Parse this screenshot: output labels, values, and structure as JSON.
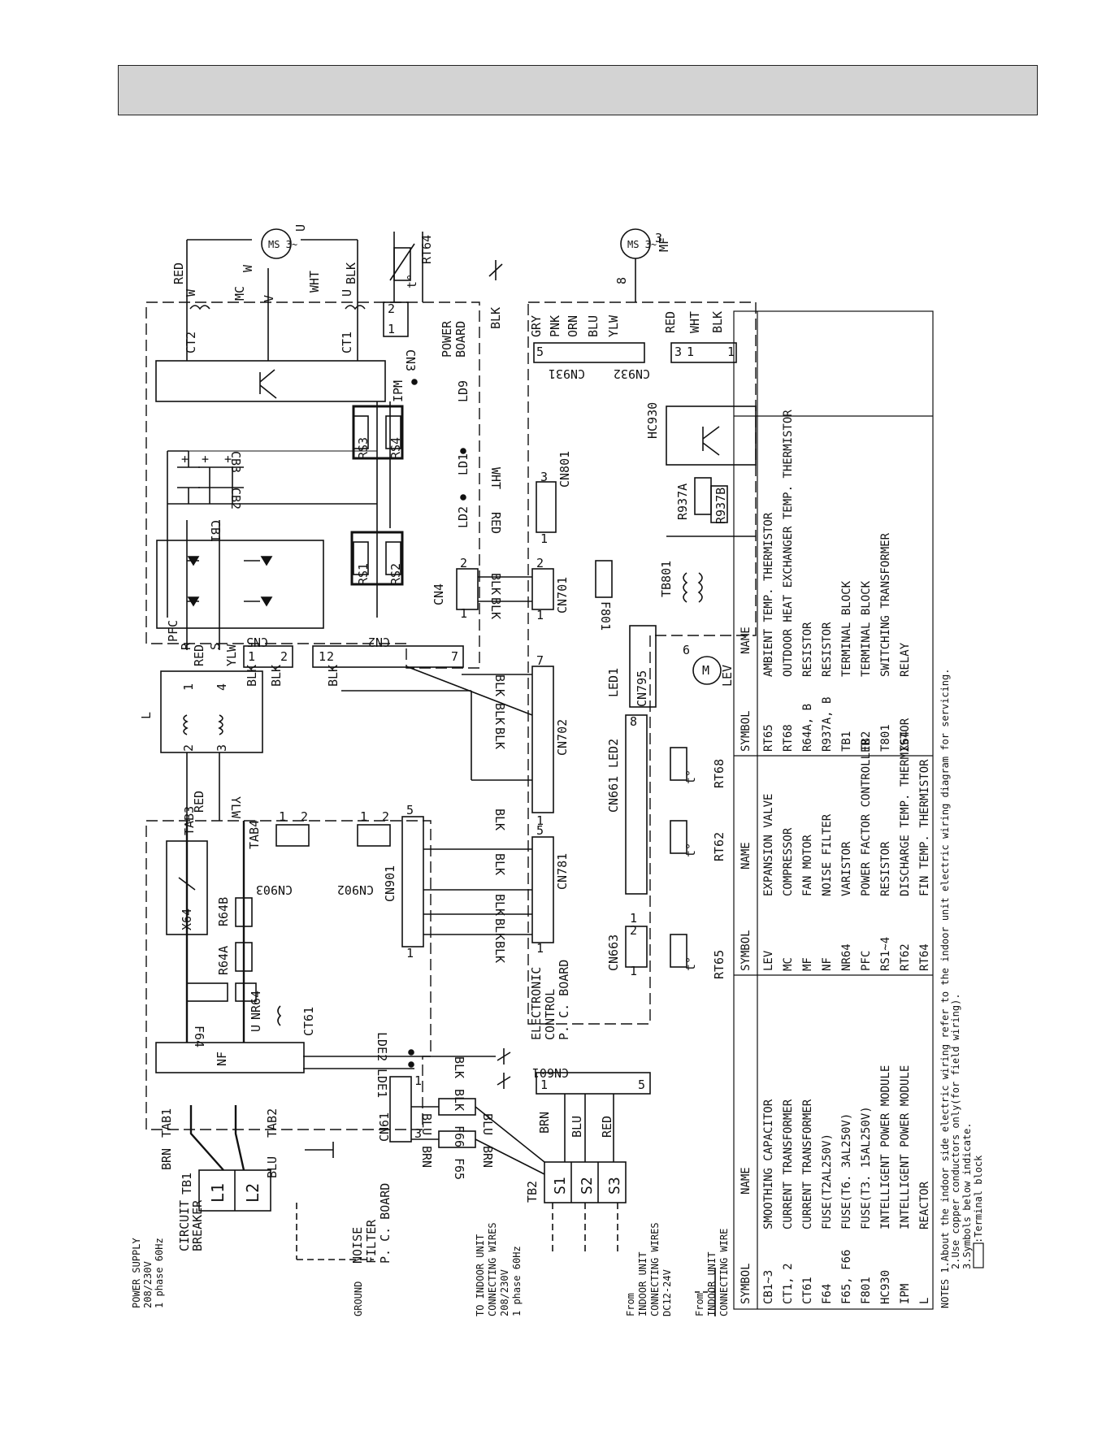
{
  "components": {
    "mc_motor": {
      "name": "MC",
      "symbol": "MS 3~",
      "w": "W",
      "v": "V",
      "u": "U"
    },
    "mf_motor": {
      "name": "MF",
      "symbol": "MS 3~",
      "count": "8"
    },
    "lev": {
      "name": "LEV",
      "m": "M",
      "count": "6"
    },
    "ct2": {
      "name": "CT2",
      "terminal": "W"
    },
    "ct1": {
      "name": "CT1",
      "terminal": "U"
    },
    "ct61": "CT61",
    "ipm": "IPM",
    "nf": "NF",
    "pfc": {
      "name": "PFC",
      "r": "R",
      "s": "S"
    },
    "l": {
      "name": "L",
      "pins": [
        "1",
        "2",
        "3",
        "4"
      ]
    },
    "hc930": "HC930",
    "rs": [
      "RS1",
      "RS2",
      "RS3",
      "RS4"
    ],
    "cb": [
      "CB1",
      "CB2",
      "CB3"
    ],
    "x64": "X64",
    "r64": [
      "R64A",
      "R64B"
    ],
    "f64": "F64",
    "nr64": "NR64",
    "u_mark": "U",
    "tab": [
      "TAB1",
      "TAB2",
      "TAB3",
      "TAB4"
    ],
    "f65": "F65",
    "f66": "F66",
    "f801": "F801",
    "tb801": "TB801",
    "r937": [
      "R937A",
      "R937B"
    ],
    "rt64": "RT64",
    "rt65": "RT65",
    "rt62": "RT62",
    "rt68": "RT68",
    "temp_symbol": "t°",
    "ld": [
      "LD1",
      "LD2",
      "LD9"
    ],
    "lde": [
      "LDE1",
      "LDE2"
    ],
    "led": [
      "LED1",
      "LED2"
    ],
    "plus": "+",
    "mf_number": "3",
    "one": "1"
  },
  "connectors": {
    "cn2": {
      "name": "CN2",
      "pins": [
        "1",
        "2",
        "7"
      ]
    },
    "cn3": {
      "name": "CN3",
      "pins": [
        "2",
        "1"
      ]
    },
    "cn4": {
      "name": "CN4",
      "pins": [
        "1",
        "2"
      ]
    },
    "cn5": {
      "name": "CN5",
      "pins": [
        "1",
        "2"
      ]
    },
    "cn61": {
      "name": "CN61",
      "pins": [
        "1",
        "3"
      ]
    },
    "cn601": {
      "name": "CN601",
      "pins": [
        "1",
        "5"
      ]
    },
    "cn661": {
      "name": "CN661",
      "pins": [
        "8"
      ]
    },
    "cn663": {
      "name": "CN663",
      "pins": [
        "1",
        "2",
        "1"
      ]
    },
    "cn701": {
      "name": "CN701",
      "pins": [
        "1",
        "2"
      ]
    },
    "cn702": {
      "name": "CN702",
      "pins": [
        "7"
      ]
    },
    "cn781": {
      "name": "CN781",
      "pins": [
        "1",
        "5",
        "1"
      ]
    },
    "cn795": {
      "name": "CN795"
    },
    "cn801": {
      "name": "CN801",
      "pins": [
        "1",
        "3"
      ]
    },
    "cn901": {
      "name": "CN901",
      "pins": [
        "1",
        "5"
      ]
    },
    "cn902": {
      "name": "CN902",
      "pins": [
        "1",
        "2"
      ]
    },
    "cn903": {
      "name": "CN903",
      "pins": [
        "1",
        "2"
      ]
    },
    "cn931": {
      "name": "CN931",
      "pins": [
        "5"
      ]
    },
    "cn932": {
      "name": "CN932",
      "pins": [
        "3",
        "1",
        "1"
      ]
    }
  },
  "wires": {
    "red": "RED",
    "blk": "BLK",
    "wht": "WHT",
    "ylw": "YLW",
    "brn": "BRN",
    "blu": "BLU",
    "gry": "GRY",
    "pnk": "PNK",
    "orn": "ORN"
  },
  "boards": {
    "power_board": [
      "POWER",
      "BOARD"
    ],
    "electronic_control": [
      "ELECTRONIC",
      "CONTROL",
      "P. C. BOARD"
    ],
    "noise_filter": [
      "NOISE",
      "FILTER",
      "P. C. BOARD"
    ]
  },
  "power_supply": {
    "title": "POWER SUPPLY",
    "voltage": "208/230V",
    "phase": "1 phase 60Hz",
    "breaker": [
      "CIRCUIT",
      "BREAKER"
    ],
    "tb1": "TB1",
    "terminals": [
      "L1",
      "L2"
    ],
    "ground": "GROUND",
    "tb2": "TB2",
    "tb2_terminals": [
      "S1",
      "S2",
      "S3"
    ]
  },
  "labels": {
    "to_indoor": [
      "TO INDOOR UNIT",
      "CONNECTING WIRES",
      "208/230V",
      "1 phase 60Hz"
    ],
    "from_indoor_dc": [
      "From",
      "INDOOR UNIT",
      "CONNECTING WIRES",
      "DC12-24V"
    ],
    "from_indoor_wire": [
      "From",
      "INDOOR UNIT",
      "CONNECTING WIRE"
    ]
  },
  "legend": {
    "headers": [
      "SYMBOL",
      "NAME"
    ],
    "col1": [
      [
        "CB1~3",
        "SMOOTHING CAPACITOR"
      ],
      [
        "CT1, 2",
        "CURRENT TRANSFORMER"
      ],
      [
        "CT61",
        "CURRENT TRANSFORMER"
      ],
      [
        "F64",
        "FUSE(T2AL250V)"
      ],
      [
        "F65, F66",
        "FUSE(T6. 3AL250V)"
      ],
      [
        "F801",
        "FUSE(T3. 15AL250V)"
      ],
      [
        "HC930",
        "INTELLIGENT POWER MODULE"
      ],
      [
        "IPM",
        "INTELLIGENT POWER MODULE"
      ],
      [
        "L",
        "REACTOR"
      ]
    ],
    "col2": [
      [
        "LEV",
        "EXPANSION VALVE"
      ],
      [
        "MC",
        "COMPRESSOR"
      ],
      [
        "MF",
        "FAN MOTOR"
      ],
      [
        "NF",
        "NOISE FILTER"
      ],
      [
        "NR64",
        "VARISTOR"
      ],
      [
        "PFC",
        "POWER FACTOR CONTROLLER"
      ],
      [
        "RS1~4",
        "RESISTOR"
      ],
      [
        "RT62",
        "DISCHARGE TEMP. THERMISTOR"
      ],
      [
        "RT64",
        "FIN TEMP. THERMISTOR"
      ]
    ],
    "col3": [
      [
        "RT65",
        "AMBIENT TEMP. THERMISTOR"
      ],
      [
        "RT68",
        "OUTDOOR HEAT EXCHANGER TEMP. THERMISTOR"
      ],
      [
        "R64A, B",
        "RESISTOR"
      ],
      [
        "R937A, B",
        "RESISTOR"
      ],
      [
        "TB1",
        "TERMINAL BLOCK"
      ],
      [
        "TB2",
        "TERMINAL BLOCK"
      ],
      [
        "T801",
        "SWITCHING TRANSFORMER"
      ],
      [
        "X64",
        "RELAY"
      ]
    ]
  },
  "notes": [
    "NOTES 1.About the indoor side electric wiring refer to the indoor unit electric wiring diagram for servicing.",
    "2.Use copper conductors only(for field wiring).",
    "3.Symbols below indicate.",
    ":Terminal block"
  ]
}
